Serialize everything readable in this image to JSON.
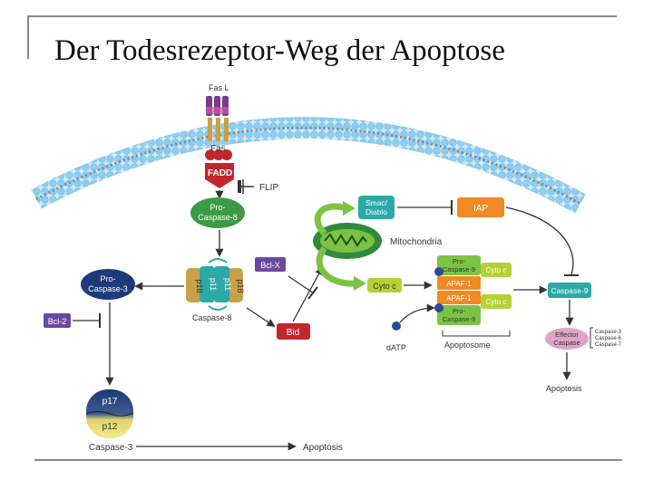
{
  "title": "Der Todesrezeptor-Weg der Apoptose",
  "labels": {
    "fasl": "Fas L",
    "fas": "Fas",
    "fadd": "FADD",
    "flip": "FLIP",
    "procasp8_a": "Pro-",
    "procasp8_b": "Caspase-8",
    "procasp3_a": "Pro-",
    "procasp3_b": "Caspase-3",
    "bcl2": "Bcl-2",
    "bclx": "Bcl-X",
    "p18": "p18",
    "p11": "p11",
    "caspase8": "Caspase-8",
    "bid": "Bid",
    "smac_a": "Smac/",
    "smac_b": "Diablo",
    "iap": "IAP",
    "mitochondria": "Mitochondria",
    "cytoc": "Cyto c",
    "pro": "Pro-",
    "caspase9": "Caspase-9",
    "apaf1": "APAF-1",
    "datp": "dATP",
    "apoptosome": "Apoptosome",
    "effector_a": "Effector",
    "effector_b": "Caspase",
    "casp3": "Caspase-3",
    "casp6": "Caspase-6",
    "casp7": "Caspase-7",
    "p17": "p17",
    "p12": "p12",
    "apoptosis": "Apoptosis"
  },
  "colors": {
    "membrane": "#a9d8f2",
    "green": "#7cc243",
    "dark_green": "#1e8a3a",
    "navy": "#1d3a7a",
    "red": "#c4262e",
    "orange": "#f08a24",
    "teal": "#2aa9a7",
    "purple": "#6b4a9e",
    "lime": "#b2d235",
    "pink": "#d6589c"
  }
}
